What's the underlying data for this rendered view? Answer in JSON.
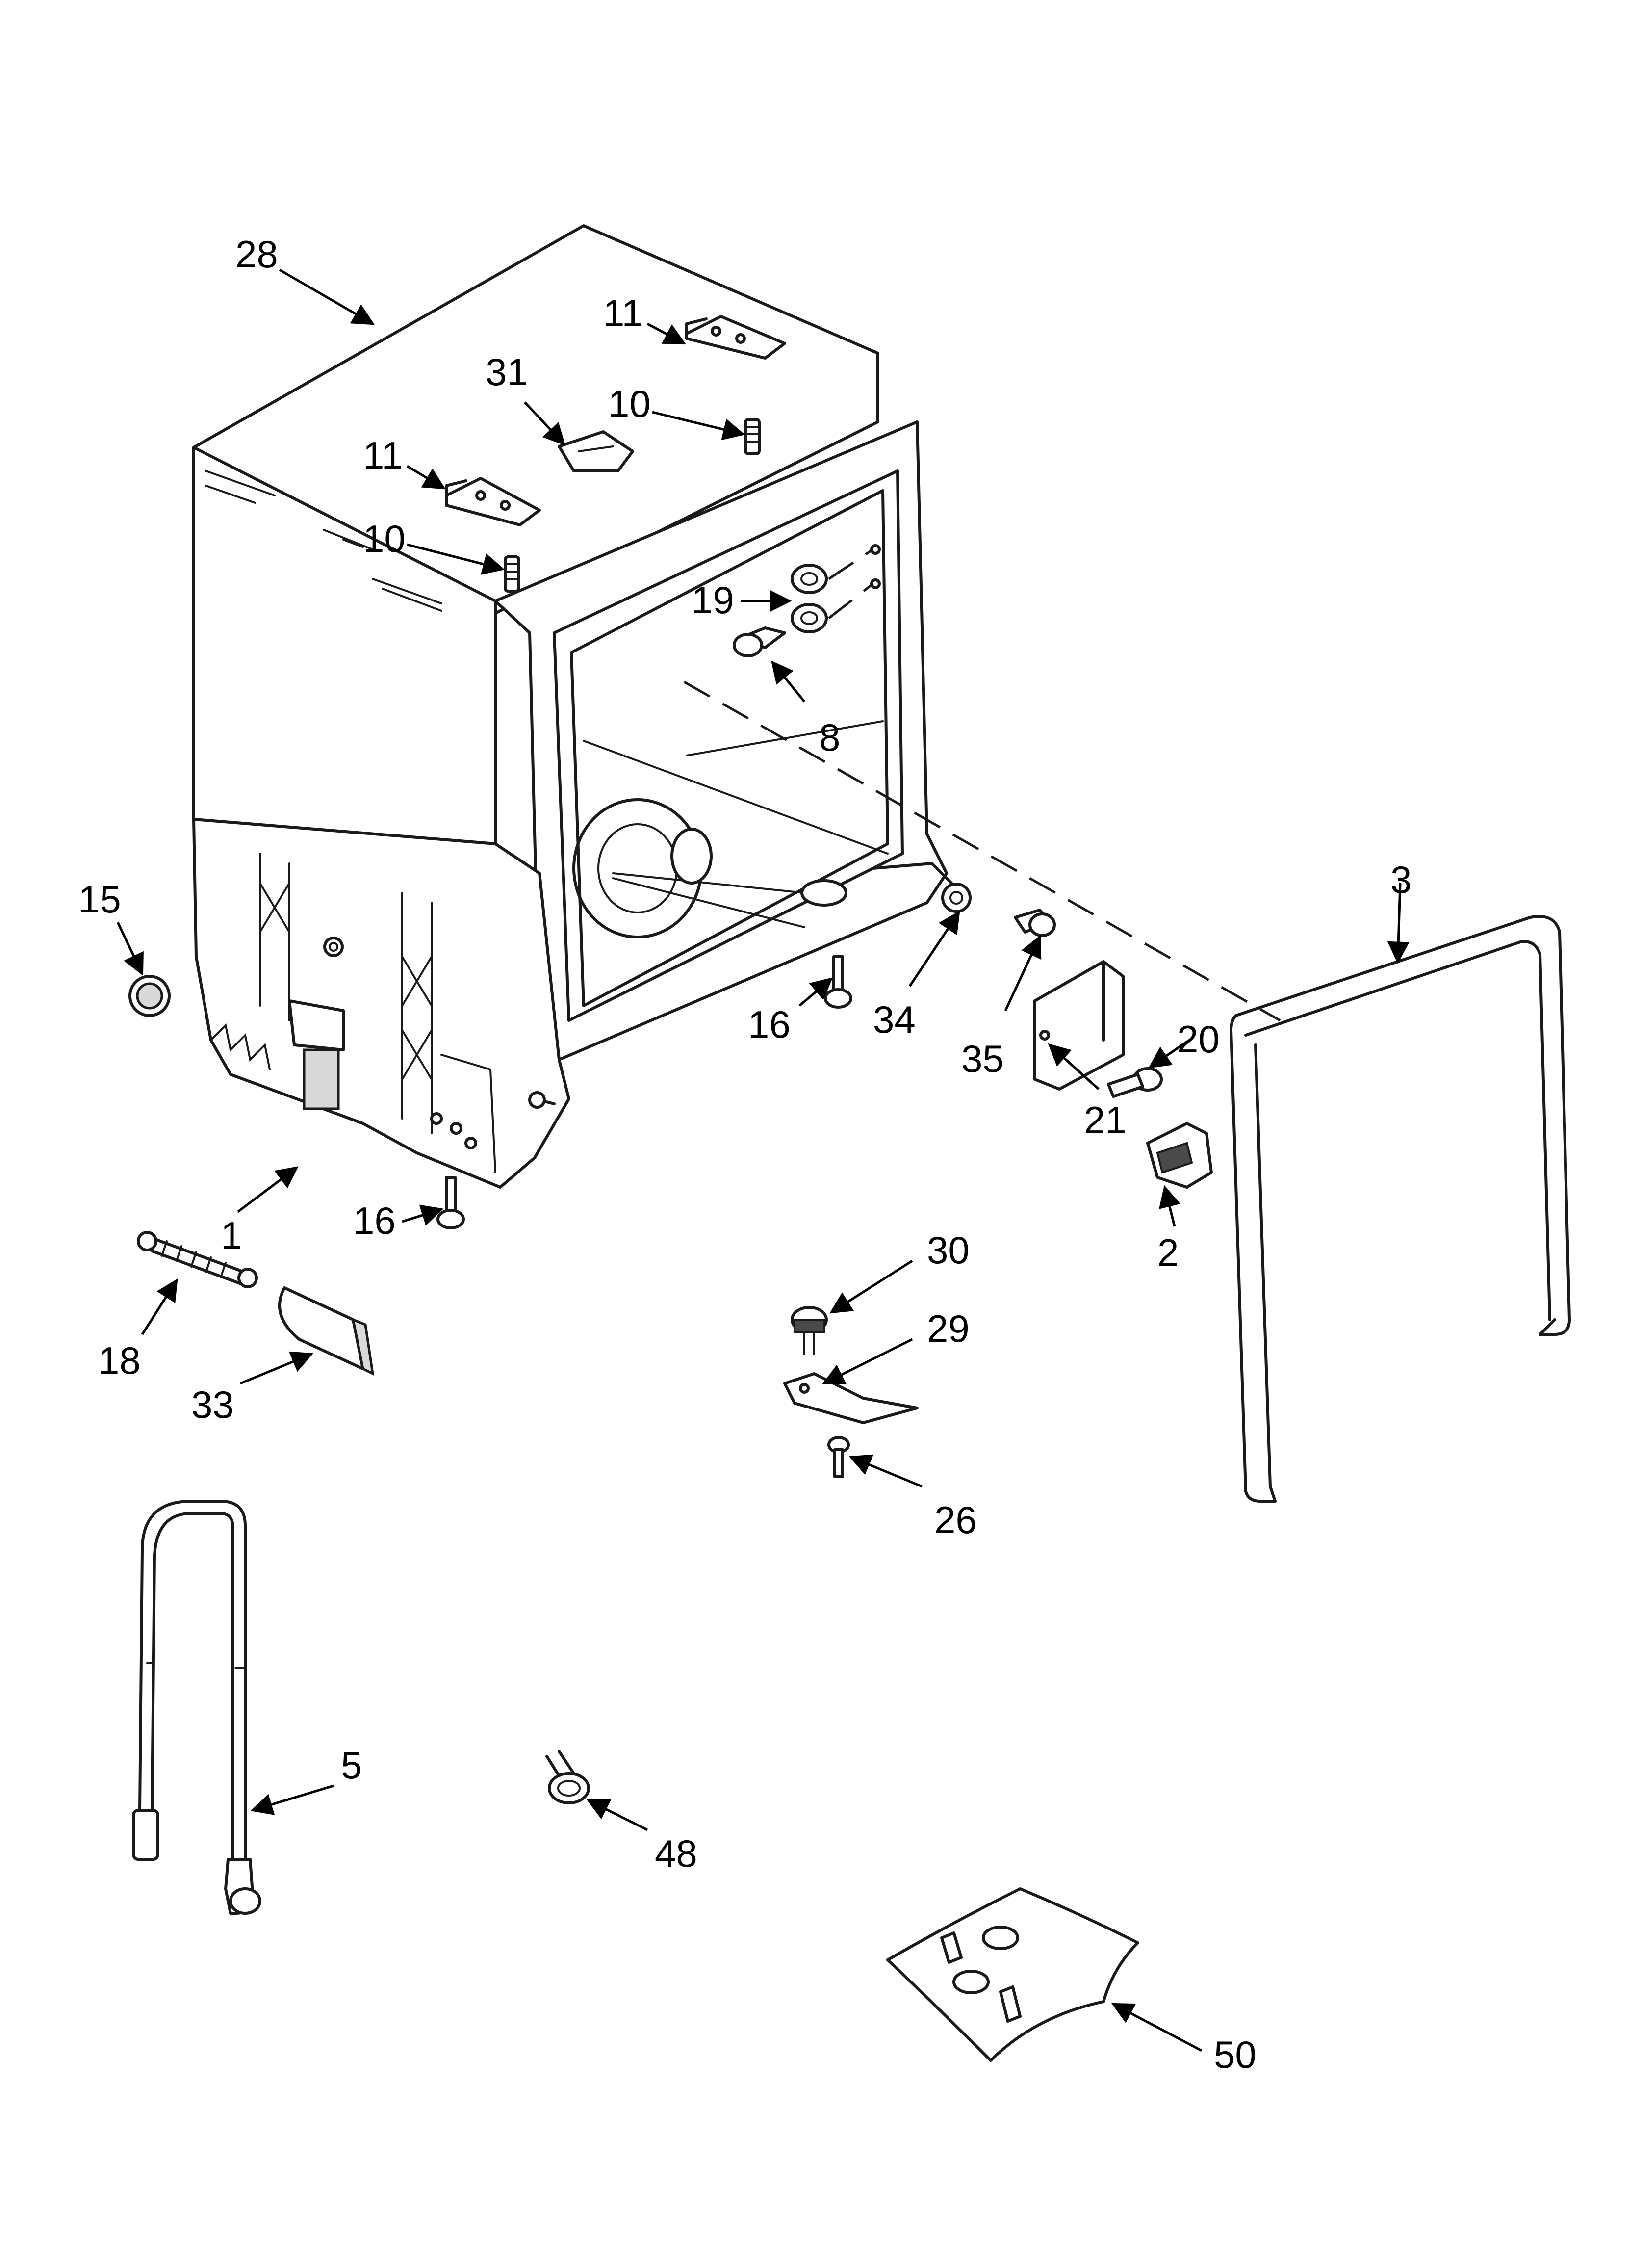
{
  "callouts": [
    {
      "id": "c28",
      "label": "28"
    },
    {
      "id": "c11a",
      "label": "11"
    },
    {
      "id": "c31",
      "label": "31"
    },
    {
      "id": "c10a",
      "label": "10"
    },
    {
      "id": "c11b",
      "label": "11"
    },
    {
      "id": "c10b",
      "label": "10"
    },
    {
      "id": "c19",
      "label": "19"
    },
    {
      "id": "c8",
      "label": "8"
    },
    {
      "id": "c15",
      "label": "15"
    },
    {
      "id": "c3",
      "label": "3"
    },
    {
      "id": "c16a",
      "label": "16"
    },
    {
      "id": "c34",
      "label": "34"
    },
    {
      "id": "c20",
      "label": "20"
    },
    {
      "id": "c35",
      "label": "35"
    },
    {
      "id": "c21",
      "label": "21"
    },
    {
      "id": "c1",
      "label": "1"
    },
    {
      "id": "c16b",
      "label": "16"
    },
    {
      "id": "c2",
      "label": "2"
    },
    {
      "id": "c30",
      "label": "30"
    },
    {
      "id": "c18",
      "label": "18"
    },
    {
      "id": "c29",
      "label": "29"
    },
    {
      "id": "c33",
      "label": "33"
    },
    {
      "id": "c26",
      "label": "26"
    },
    {
      "id": "c5",
      "label": "5"
    },
    {
      "id": "c48",
      "label": "48"
    },
    {
      "id": "c50",
      "label": "50"
    }
  ]
}
